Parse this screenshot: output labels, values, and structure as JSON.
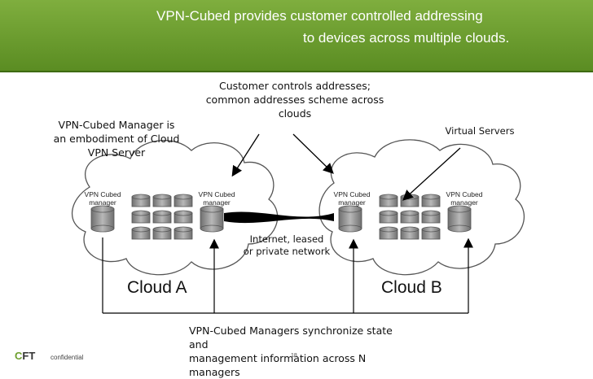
{
  "header": {
    "title_line1": "VPN-Cubed provides customer controlled addressing",
    "title_line2": "to devices across multiple clouds."
  },
  "annotations": {
    "customer_controls_l1": "Customer controls addresses;",
    "customer_controls_l2": "common addresses scheme across",
    "customer_controls_l3": "clouds",
    "manager_embodiment_l1": "VPN-Cubed Manager is",
    "manager_embodiment_l2": "an embodiment of Cloud",
    "manager_embodiment_l3": "VPN Server",
    "virtual_servers": "Virtual Servers",
    "internet_l1": "Internet, leased",
    "internet_l2": "or private network",
    "sync_l1": "VPN-Cubed Managers synchronize state and",
    "sync_l2": "management information across N managers"
  },
  "clouds": {
    "a": {
      "label": "Cloud A",
      "manager_left_l1": "VPN Cubed",
      "manager_left_l2": "manager",
      "manager_right_l1": "VPN Cubed",
      "manager_right_l2": "manager"
    },
    "b": {
      "label": "Cloud B",
      "manager_left_l1": "VPN Cubed",
      "manager_left_l2": "manager",
      "manager_right_l1": "VPN Cubed",
      "manager_right_l2": "manager"
    }
  },
  "footer": {
    "logo_c": "C",
    "logo_rest": "FT",
    "confidential": "confidential",
    "page_number": "18"
  },
  "colors": {
    "header_green": "#6a9c30",
    "cylinder_gray": "#8a8a8a",
    "line": "#000000"
  }
}
